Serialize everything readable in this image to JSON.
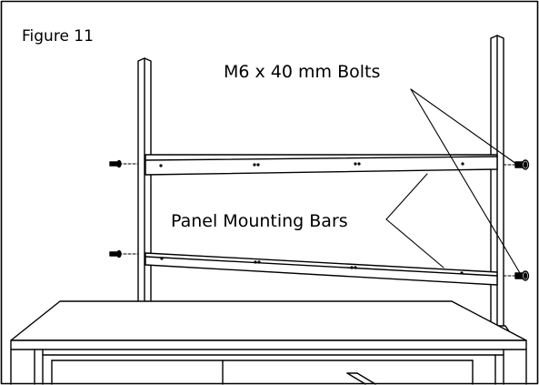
{
  "figure": {
    "title": "Figure 11",
    "callouts": {
      "bolts": "M6 x 40 mm Bolts",
      "bars": "Panel Mounting Bars"
    }
  },
  "colors": {
    "line": "#000000",
    "background": "#ffffff"
  }
}
